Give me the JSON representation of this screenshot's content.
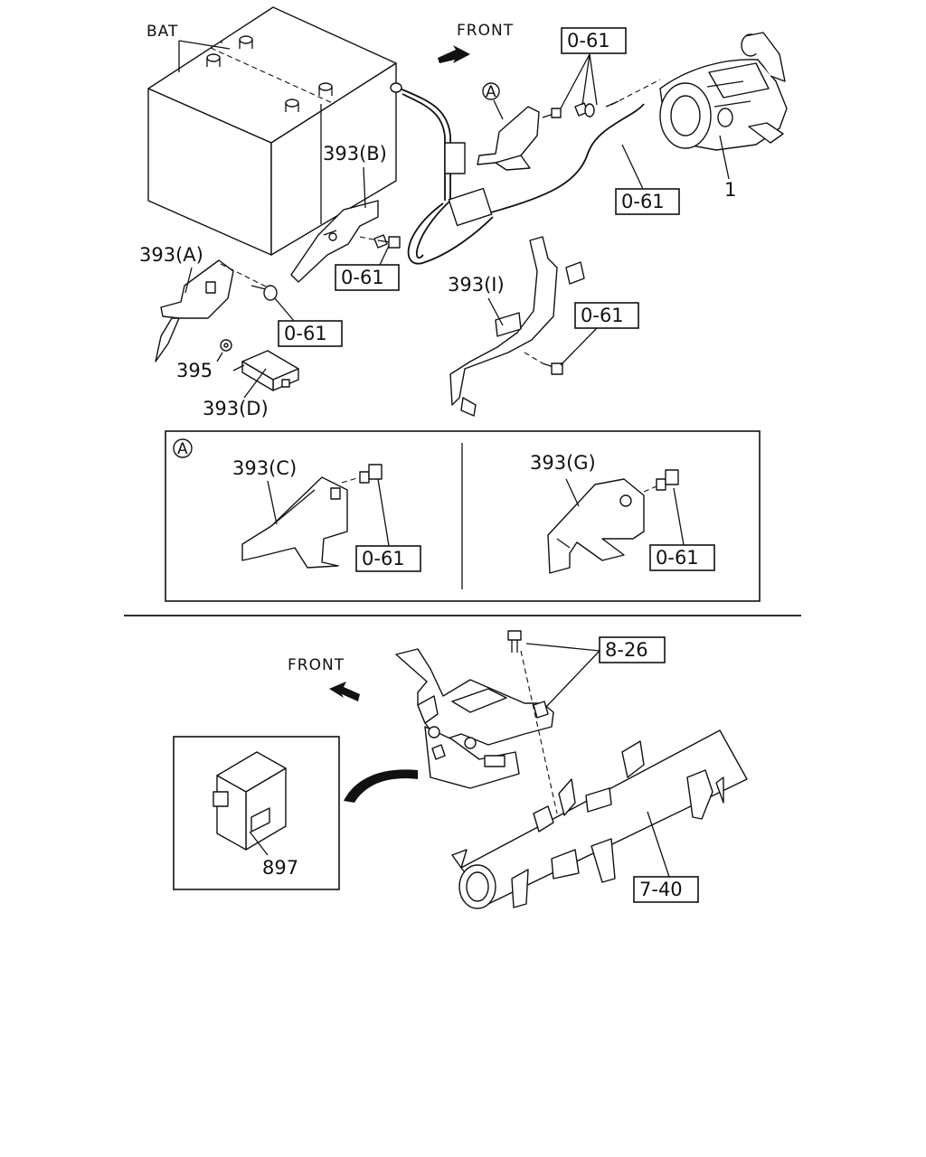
{
  "labels": {
    "bat": "BAT",
    "front_top": "FRONT",
    "front_bottom": "FRONT",
    "ref_a_marker": "A",
    "ref_a_detail": "A",
    "part_1": "1",
    "part_393b": "393(B)",
    "part_393a": "393(A)",
    "part_395": "395",
    "part_393d": "393(D)",
    "part_393i": "393(I)",
    "part_393c": "393(C)",
    "part_393g": "393(G)",
    "part_897": "897"
  },
  "boxed_refs": {
    "r_061_top": "0-61",
    "r_061_cable": "0-61",
    "r_061_b": "0-61",
    "r_061_a": "0-61",
    "r_061_i": "0-61",
    "r_061_c": "0-61",
    "r_061_g": "0-61",
    "r_826": "8-26",
    "r_740": "7-40"
  }
}
